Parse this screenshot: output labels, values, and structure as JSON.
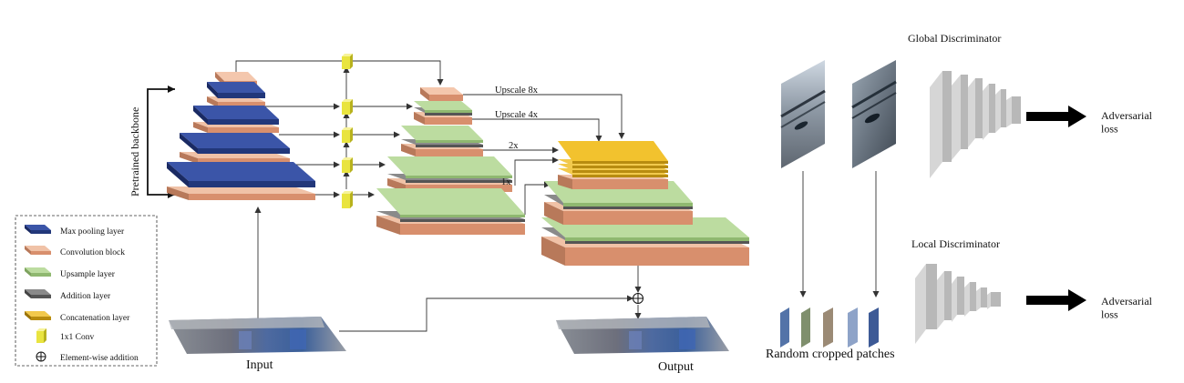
{
  "labels": {
    "pretrained_backbone": "Pretrained backbone",
    "upscale_8x": "Upscale 8x",
    "upscale_4x": "Upscale 4x",
    "label_2x": "2x",
    "label_1x": "1x",
    "input": "Input",
    "output": "Output",
    "random_cropped_patches": "Random cropped patches",
    "global_discriminator": "Global Discriminator",
    "local_discriminator": "Local Discriminator",
    "adversarial_loss_global": "Adversarial\nloss",
    "adversarial_loss_local": "Adversarial\nloss"
  },
  "legend": [
    {
      "label": "Max pooling layer",
      "icon": "max-pooling-icon",
      "color": "#2b4593"
    },
    {
      "label": "Convolution block",
      "icon": "convolution-icon",
      "color": "#e7a886"
    },
    {
      "label": "Upsample layer",
      "icon": "upsample-icon",
      "color": "#b3d595"
    },
    {
      "label": "Addition layer",
      "icon": "addition-icon",
      "color": "#7b7b7b"
    },
    {
      "label": "Concatenation layer",
      "icon": "concatenation-icon",
      "color": "#efc02c"
    },
    {
      "label": "1x1 Conv",
      "icon": "conv1x1-icon",
      "color": "#e9e43f"
    },
    {
      "label": "Element-wise addition",
      "icon": "element-wise-addition-icon",
      "color": "#111111"
    }
  ],
  "colors": {
    "max_pool": "#2b4593",
    "conv": "#e7a886",
    "upsample": "#b3d595",
    "addition": "#7b7b7b",
    "concat": "#efc02c",
    "conv1x1": "#e9e43f",
    "disc": "#c4c4c4"
  }
}
